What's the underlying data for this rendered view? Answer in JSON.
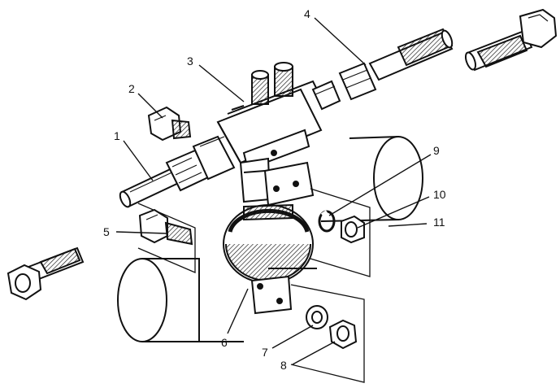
{
  "diagram": {
    "colors": {
      "ink": "#111111",
      "paper": "#ffffff",
      "shade": "#8a8a8a",
      "dark": "#333333"
    },
    "parts": [
      {
        "number": "1",
        "part": "tube"
      },
      {
        "number": "2",
        "part": "plug bolt"
      },
      {
        "number": "3",
        "part": "tee block"
      },
      {
        "number": "4",
        "part": "threaded rod"
      },
      {
        "number": "5",
        "part": "bolt"
      },
      {
        "number": "6",
        "part": "pipe clamp"
      },
      {
        "number": "7",
        "part": "washer"
      },
      {
        "number": "8",
        "part": "nut"
      },
      {
        "number": "9",
        "part": "lock washer"
      },
      {
        "number": "10",
        "part": "nut"
      },
      {
        "number": "11",
        "part": "pipe"
      }
    ]
  }
}
